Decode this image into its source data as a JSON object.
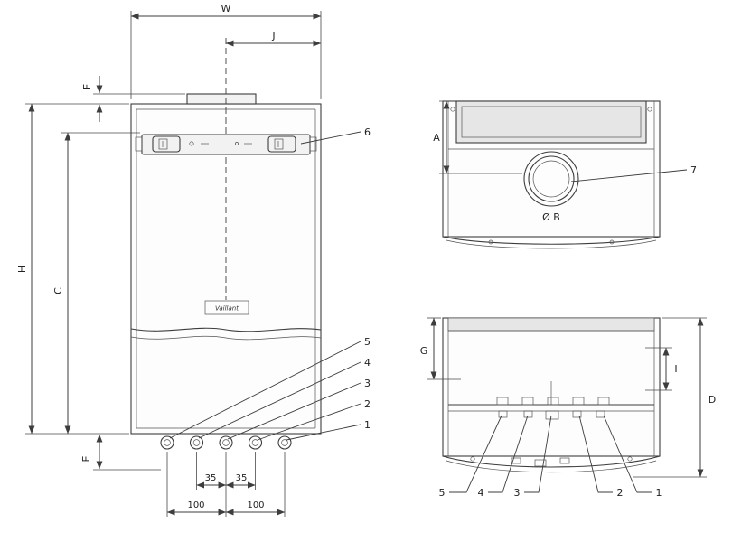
{
  "colors": {
    "line": "#3d3d3d",
    "text": "#222222",
    "panel_shade": "#e6e6e6",
    "background": "#ffffff"
  },
  "front_view": {
    "logo": "Vaillant",
    "dims": {
      "w": "W",
      "j": "J",
      "f": "F",
      "h": "H",
      "c": "C",
      "e": "E"
    },
    "spacings": {
      "left_35": "35",
      "right_35": "35",
      "left_100": "100",
      "right_100": "100"
    },
    "callouts": {
      "n6": "6",
      "n5": "5",
      "n4": "4",
      "n3": "3",
      "n2": "2",
      "n1": "1"
    }
  },
  "top_view": {
    "dims": {
      "a": "A",
      "diameter_b": "Ø B"
    },
    "callouts": {
      "n7": "7"
    }
  },
  "bottom_view": {
    "dims": {
      "g": "G",
      "i": "I",
      "d": "D"
    },
    "callouts": {
      "n5": "5",
      "n4": "4",
      "n3": "3",
      "n2": "2",
      "n1": "1"
    }
  }
}
